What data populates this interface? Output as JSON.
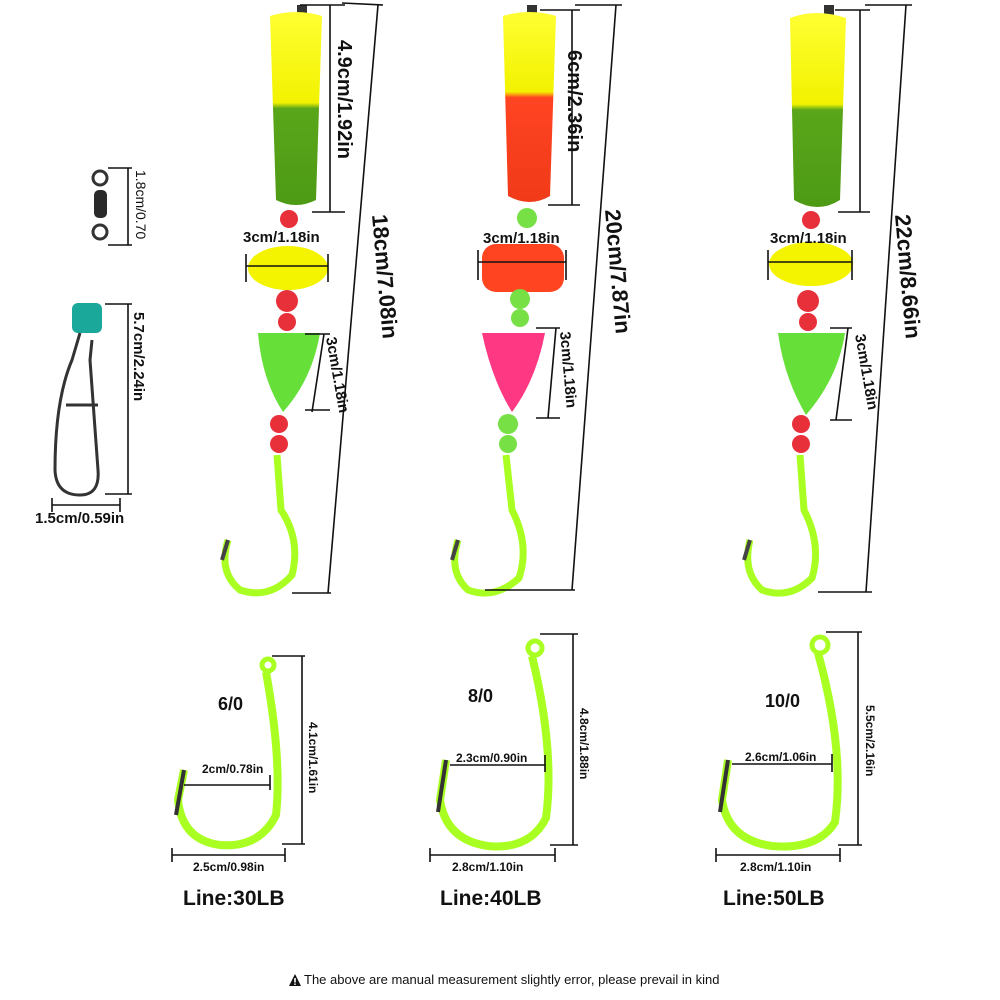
{
  "swivel": {
    "height": "1.8cm/0.70"
  },
  "snap": {
    "height": "5.7cm/2.24in",
    "width": "1.5cm/0.59in"
  },
  "rigs": [
    {
      "float_len": "4.9cm/1.92in",
      "bead_float": "3cm/1.18in",
      "spinner": "3cm/1.18in",
      "total": "18cm/7.08in",
      "float_color": "#5aa61a",
      "bead_color": "#e8303a",
      "spinner_color": "#55dd22"
    },
    {
      "float_len": "6cm/2.36in",
      "bead_float": "3cm/1.18in",
      "spinner": "3cm/1.18in",
      "total": "20cm/7.87in",
      "float_color": "#ff4422",
      "bead_color": "#77e044",
      "spinner_color": "#ff2277"
    },
    {
      "float_len": "",
      "bead_float": "3cm/1.18in",
      "spinner": "3cm/1.18in",
      "total": "22cm/8.66in",
      "float_color": "#5aa61a",
      "bead_color": "#e8303a",
      "spinner_color": "#55dd22"
    }
  ],
  "hooks": [
    {
      "size": "6/0",
      "height": "4.1cm/1.61in",
      "gap": "2cm/0.78in",
      "width": "2.5cm/0.98in",
      "line": "Line:30LB"
    },
    {
      "size": "8/0",
      "height": "4.8cm/1.88in",
      "gap": "2.3cm/0.90in",
      "width": "2.8cm/1.10in",
      "line": "Line:40LB"
    },
    {
      "size": "10/0",
      "height": "5.5cm/2.16in",
      "gap": "2.6cm/1.06in",
      "width": "2.8cm/1.10in",
      "line": "Line:50LB"
    }
  ],
  "footer": {
    "warning_icon": "warning-icon",
    "note": "The above are manual measurement slightly error, please prevail in kind"
  }
}
